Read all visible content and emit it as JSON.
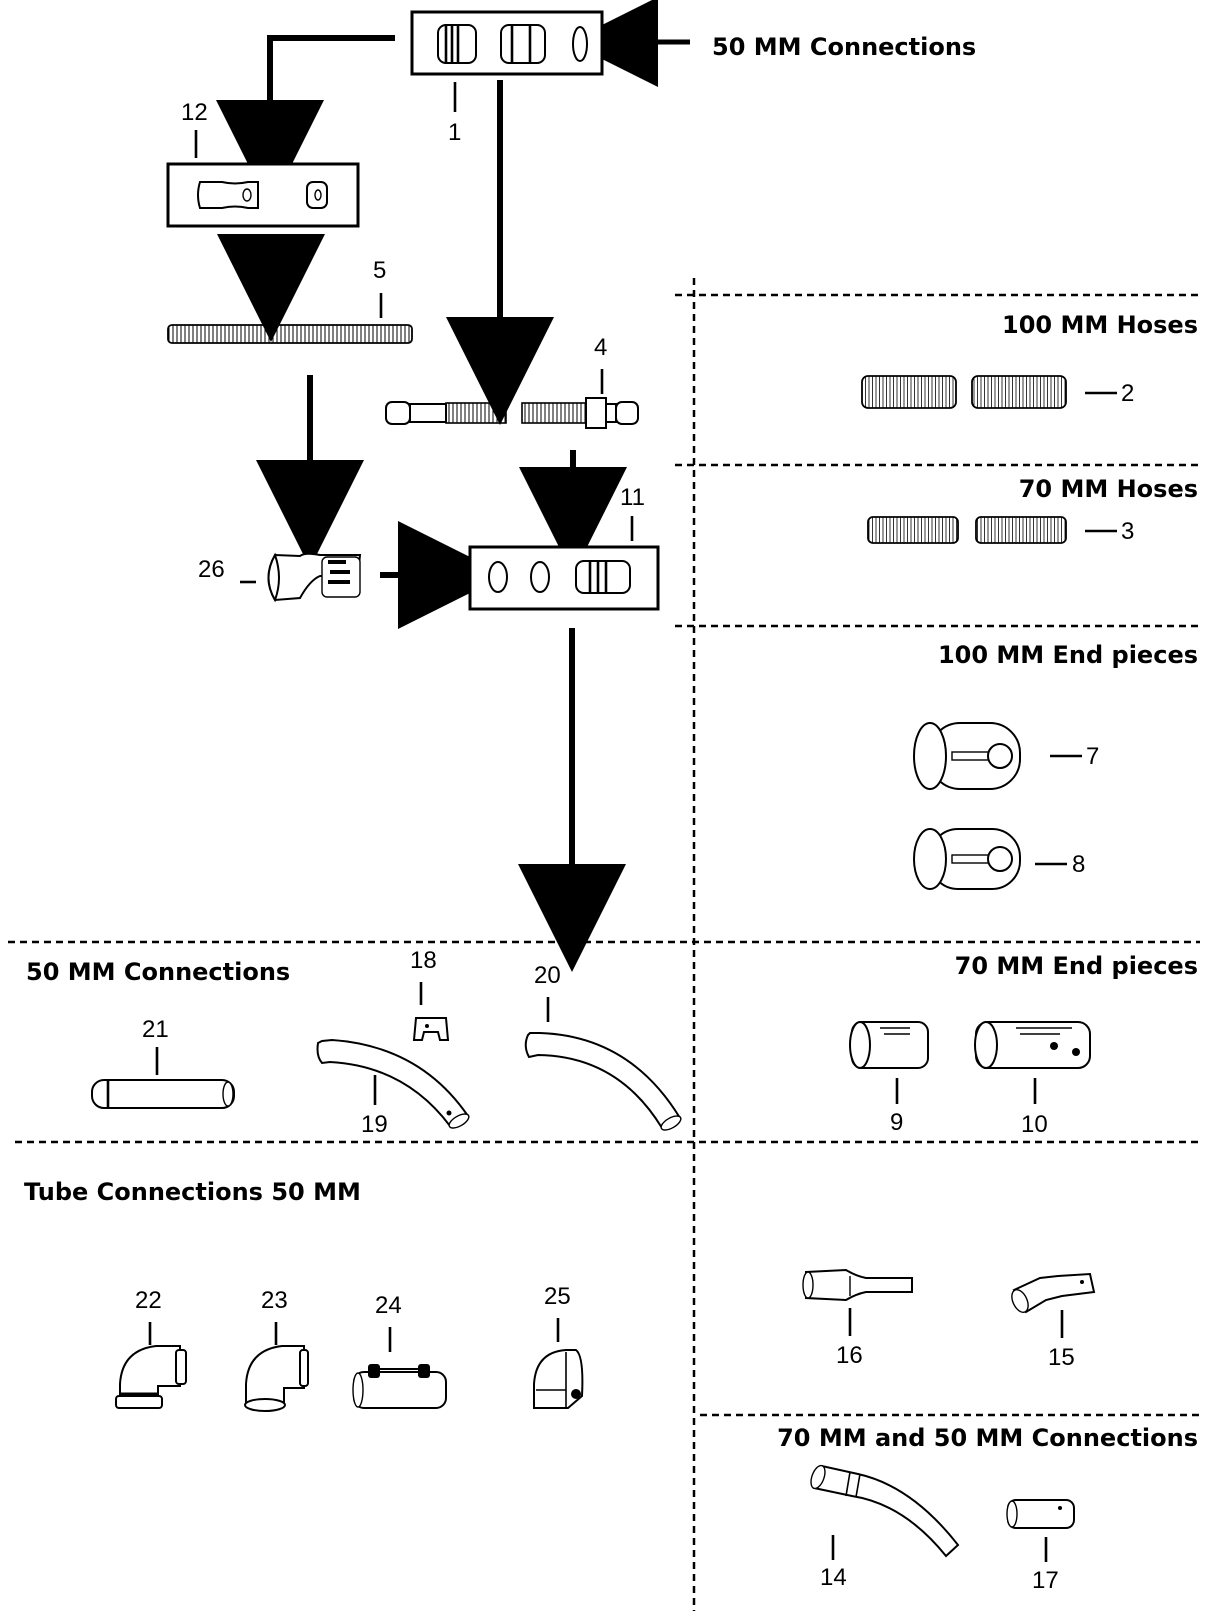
{
  "sections": {
    "connections_50_top": "50 MM Connections",
    "hoses_100": "100 MM Hoses",
    "hoses_70": "70 MM Hoses",
    "end_pieces_100": "100 MM End pieces",
    "connections_50_left": "50 MM Connections",
    "end_pieces_70": "70 MM End pieces",
    "tube_connections_50": "Tube Connections 50 MM",
    "connections_70_50": "70 MM and 50 MM Connections"
  },
  "parts": {
    "p1": "1",
    "p2": "2",
    "p3": "3",
    "p4": "4",
    "p5": "5",
    "p7": "7",
    "p8": "8",
    "p9": "9",
    "p10": "10",
    "p11": "11",
    "p12": "12",
    "p14": "14",
    "p15": "15",
    "p16": "16",
    "p17": "17",
    "p18": "18",
    "p19": "19",
    "p20": "20",
    "p21": "21",
    "p22": "22",
    "p23": "23",
    "p24": "24",
    "p25": "25",
    "p26": "26"
  },
  "icons": [
    "arrow",
    "coupling",
    "hose",
    "end-piece",
    "elbow",
    "bent-tube",
    "straight-tube"
  ]
}
